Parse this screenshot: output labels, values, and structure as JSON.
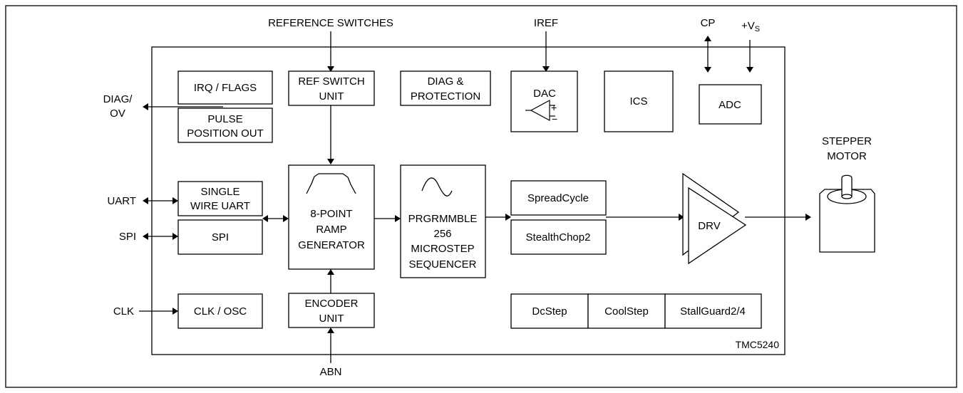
{
  "signals": {
    "reference_switches": "REFERENCE SWITCHES",
    "iref": "IREF",
    "cp": "CP",
    "vs_prefix": "+V",
    "vs_sub": "S",
    "diag_line1": "DIAG/",
    "diag_line2": "OV",
    "uart": "UART",
    "spi": "SPI",
    "clk": "CLK",
    "abn": "ABN",
    "stepper_line1": "STEPPER",
    "stepper_line2": "MOTOR"
  },
  "blocks": {
    "irq_flags": "IRQ / FLAGS",
    "pulse_line1": "PULSE",
    "pulse_line2": "POSITION OUT",
    "ref_switch_line1": "REF SWITCH",
    "ref_switch_line2": "UNIT",
    "diag_prot_line1": "DIAG &",
    "diag_prot_line2": "PROTECTION",
    "dac": "DAC",
    "ics": "ICS",
    "adc": "ADC",
    "single_wire_line1": "SINGLE",
    "single_wire_line2": "WIRE UART",
    "spi_block": "SPI",
    "ramp_line1": "8-POINT",
    "ramp_line2": "RAMP",
    "ramp_line3": "GENERATOR",
    "seq_line1": "PRGRMMBLE",
    "seq_line2": "256",
    "seq_line3": "MICROSTEP",
    "seq_line4": "SEQUENCER",
    "spreadcycle": "SpreadCycle",
    "stealthchop": "StealthChop2",
    "drv": "DRV",
    "clk_osc": "CLK / OSC",
    "encoder_line1": "ENCODER",
    "encoder_line2": "UNIT",
    "dcstep": "DcStep",
    "coolstep": "CoolStep",
    "stallguard": "StallGuard2/4",
    "chip_name": "TMC5240"
  },
  "dac_symbol": {
    "plus": "+",
    "minus": "−"
  }
}
